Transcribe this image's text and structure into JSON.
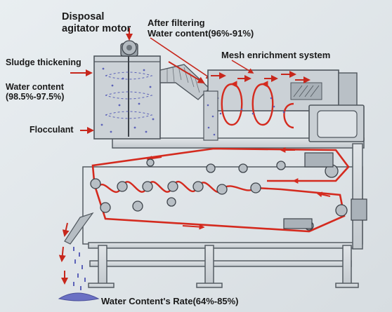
{
  "labels": {
    "motor": [
      "Disposal",
      "agitator motor"
    ],
    "after_filtering": [
      "After filtering",
      "Water content(96%-91%)"
    ],
    "mesh": "Mesh enrichment system",
    "sludge": "Sludge thickening",
    "water_content": [
      "Water content",
      "(98.5%-97.5%)"
    ],
    "flocculant": "Flocculant",
    "rate": "Water Content's Rate(64%-85%)"
  },
  "colors": {
    "background": "#dfe5e8",
    "machine": "#d6dbdf",
    "outline": "#555c63",
    "belt": "#d42a1e",
    "arrow": "#c7271c",
    "sludge": "#5c62b8",
    "text": "#1a1a1a"
  },
  "icons": [
    "motor-icon",
    "flow-arrow-icon",
    "roller-icon",
    "control-panel-icon"
  ]
}
